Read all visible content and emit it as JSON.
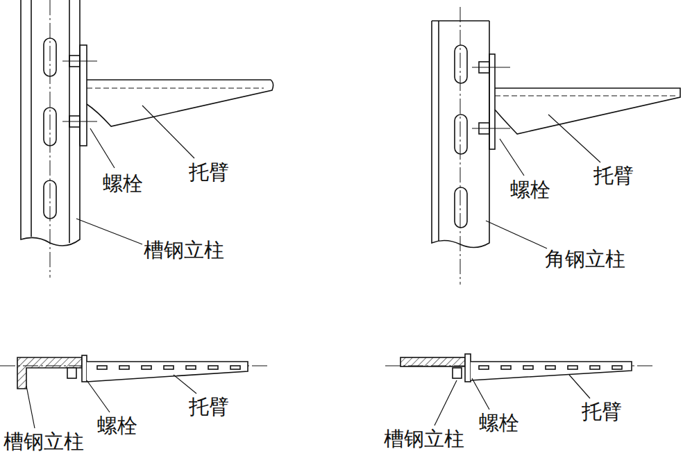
{
  "diagram": {
    "labels": [
      "螺栓",
      "托臂",
      "槽钢立柱",
      "螺栓",
      "托臂",
      "角钢立柱",
      "槽钢立柱",
      "螺栓",
      "托臂",
      "槽钢立柱",
      "螺栓",
      "托臂"
    ]
  }
}
